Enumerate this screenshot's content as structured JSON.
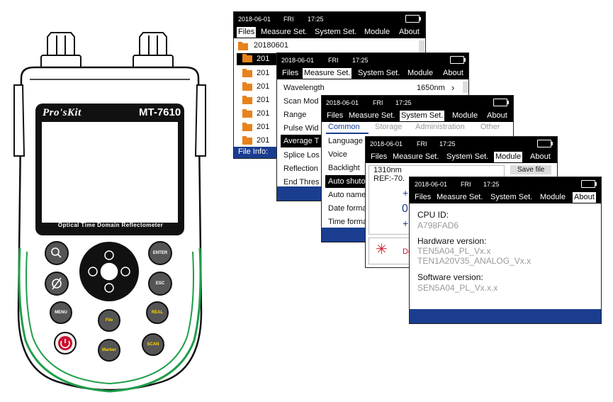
{
  "device": {
    "brand": "Pro'sKit",
    "model": "MT-7610",
    "caption": "Optical Time Domain Reflectometer",
    "buttons": {
      "enter": "ENTER",
      "esc": "ESC",
      "menu": "MENU",
      "real": "REAL",
      "file": "File",
      "scan": "SCAN",
      "marker": "Marker"
    }
  },
  "status": {
    "date": "2018-06-01",
    "day": "FRI",
    "time": "17:25"
  },
  "menus": [
    "Files",
    "Measure Set.",
    "System Set.",
    "Module",
    "About"
  ],
  "files_screen": {
    "rows": [
      "20180601",
      "201",
      "201",
      "201",
      "201",
      "201",
      "201",
      "201"
    ],
    "file_info": "File Info:"
  },
  "measure_screen": {
    "items": [
      "Wavelength",
      "Scan Mod",
      "Range",
      "Pulse Wid",
      "Average T",
      "Splice Los",
      "Reflection",
      "End Thres"
    ],
    "wavelength_value": "1650nm"
  },
  "system_screen": {
    "tabs": [
      "Common",
      "Storage",
      "Administration",
      "Other"
    ],
    "items": [
      "Language",
      "Voice",
      "Backlight",
      "Auto shuto",
      "Auto name",
      "Date forma",
      "Time forma"
    ]
  },
  "module_screen": {
    "wavelength": "1310nm",
    "ref": "REF:-70.",
    "save_file": "Save file",
    "value": "0",
    "plus": "+",
    "warning": "Do"
  },
  "about_screen": {
    "cpu_label": "CPU ID:",
    "cpu_value": "A798FAD6",
    "hw_label": "Hardware version:",
    "hw_value1": "TEN5A04_PL_Vx.x",
    "hw_value2": "TEN1A20V35_ANALOG_Vx.x",
    "sw_label": "Software version:",
    "sw_value": "SEN5A04_PL_Vx.x.x"
  },
  "colors": {
    "footer": "#1a3d8f",
    "folder": "#e8821c",
    "power": "#c8102e",
    "bumper": "#1e9e4a"
  }
}
